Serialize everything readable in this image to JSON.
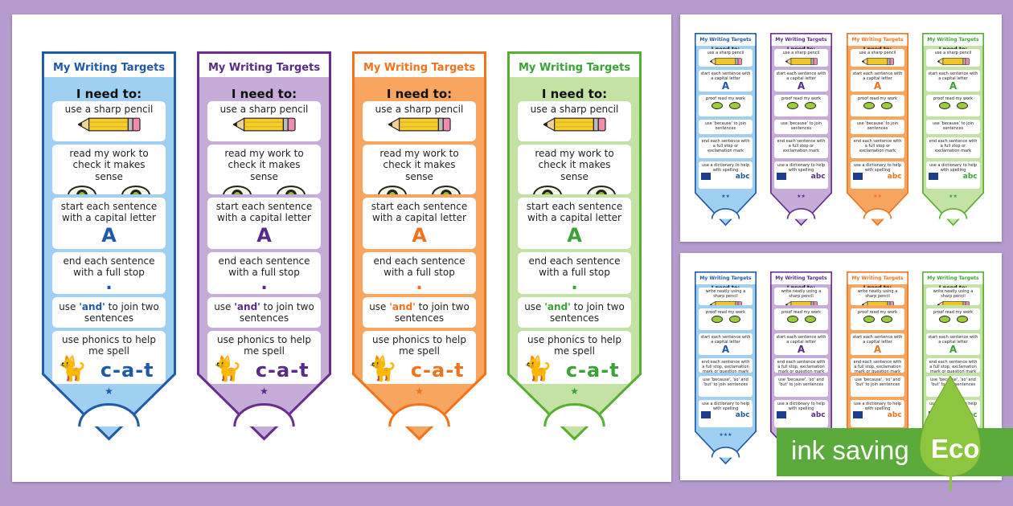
{
  "main_set": {
    "title": "My Writing Targets",
    "intro": "I need to:",
    "items": [
      {
        "text": "use a sharp pencil",
        "icon": "pencil-icon"
      },
      {
        "text": "read my work to check it makes sense",
        "icon": "eyes-icon"
      },
      {
        "text": "start each sentence with a capital letter",
        "big": "A"
      },
      {
        "text": "end each sentence with a full stop",
        "big": "."
      },
      {
        "text_before": "use ",
        "highlight": "'and'",
        "text_after": " to join two sentences"
      },
      {
        "text": "use phonics to help me spell",
        "big": "c-a-t",
        "icon": "cat-icon"
      }
    ],
    "star": "★"
  },
  "level2_set": {
    "title": "My Writing Targets",
    "intro": "I need to:",
    "items": [
      "use a sharp pencil",
      "start each sentence with a capital letter",
      "proof read my work",
      "use 'because' to join sentences",
      "end each sentence with a full stop or exclamation mark",
      "use a dictionary to help with spelling"
    ],
    "big_letter": "A",
    "abc": "abc",
    "stars": "★★"
  },
  "level3_set": {
    "title": "My Writing Targets",
    "intro": "I need to:",
    "items": [
      "write neatly using a sharp pencil",
      "proof read my work",
      "start each sentence with a capital letter",
      "end each sentence with a full stop, exclamation mark or question mark",
      "use 'because', 'so' and 'but' to join sentences",
      "use a dictionary to help with spelling"
    ],
    "big_letter": "A",
    "abc": "abc",
    "stars": "★★★"
  },
  "colors": {
    "blue": {
      "border": "#1f5aa8",
      "fill": "#9fd0f2",
      "accent": "#1f5aa8"
    },
    "purple": {
      "border": "#6a2c8f",
      "fill": "#c6acd9",
      "accent": "#5a2a8a"
    },
    "orange": {
      "border": "#f2731c",
      "fill": "#f8a560",
      "accent": "#f2731c"
    },
    "green": {
      "border": "#55b031",
      "fill": "#c5e2a5",
      "accent": "#3aa335"
    }
  },
  "eco_badge": {
    "text": "ink saving",
    "label": "Eco"
  }
}
